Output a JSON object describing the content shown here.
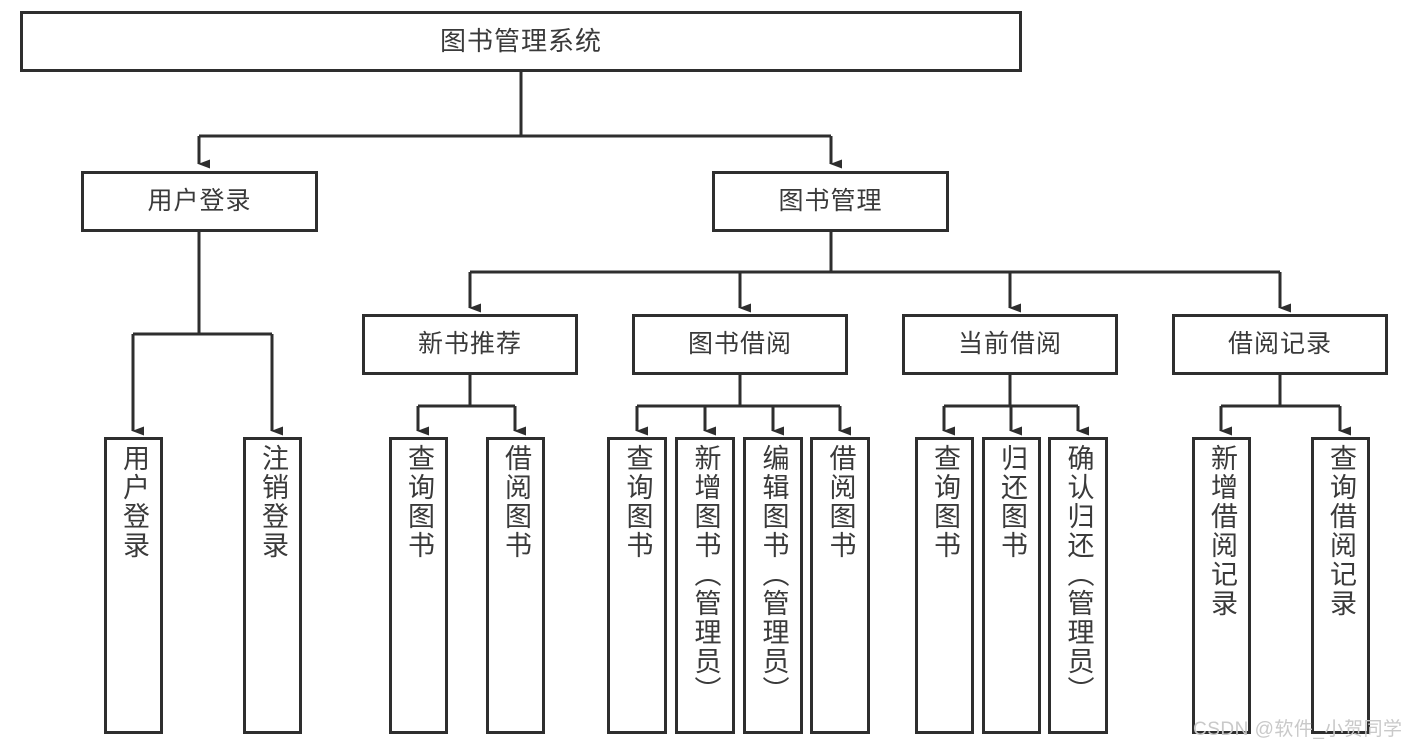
{
  "diagram": {
    "title": "图书管理系统",
    "type": "tree-hierarchy-diagram",
    "root": {
      "id": "root",
      "label": "图书管理系统"
    },
    "level2": [
      {
        "id": "user-login",
        "label": "用户登录"
      },
      {
        "id": "book-manage",
        "label": "图书管理"
      }
    ],
    "level3": [
      {
        "id": "new-book-rec",
        "label": "新书推荐"
      },
      {
        "id": "book-borrow",
        "label": "图书借阅"
      },
      {
        "id": "current-borrow",
        "label": "当前借阅"
      },
      {
        "id": "borrow-record",
        "label": "借阅记录"
      }
    ],
    "leaves": {
      "user_login": [
        {
          "id": "leaf-user-login",
          "label": "用户登录"
        },
        {
          "id": "leaf-logout-login",
          "label": "注销登录"
        }
      ],
      "new_book_rec": [
        {
          "id": "leaf-query-book-1",
          "label": "查询图书"
        },
        {
          "id": "leaf-borrow-book-1",
          "label": "借阅图书"
        }
      ],
      "book_borrow": [
        {
          "id": "leaf-query-book-2",
          "label": "查询图书"
        },
        {
          "id": "leaf-add-book-admin",
          "label": "新增图书（管理员）"
        },
        {
          "id": "leaf-edit-book-admin",
          "label": "编辑图书（管理员）"
        },
        {
          "id": "leaf-borrow-book-2",
          "label": "借阅图书"
        }
      ],
      "current_borrow": [
        {
          "id": "leaf-query-book-3",
          "label": "查询图书"
        },
        {
          "id": "leaf-return-book",
          "label": "归还图书"
        },
        {
          "id": "leaf-confirm-return-admin",
          "label": "确认归还（管理员）"
        }
      ],
      "borrow_record": [
        {
          "id": "leaf-add-borrow-record",
          "label": "新增借阅记录"
        },
        {
          "id": "leaf-query-borrow-record",
          "label": "查询借阅记录"
        }
      ]
    },
    "colors": {
      "border": "#2e2e2e",
      "text": "#3a3a3a",
      "background": "#ffffff",
      "watermark": "#c9c9c9"
    }
  },
  "watermark": {
    "text": "CSDN @软件_小贺同学"
  }
}
